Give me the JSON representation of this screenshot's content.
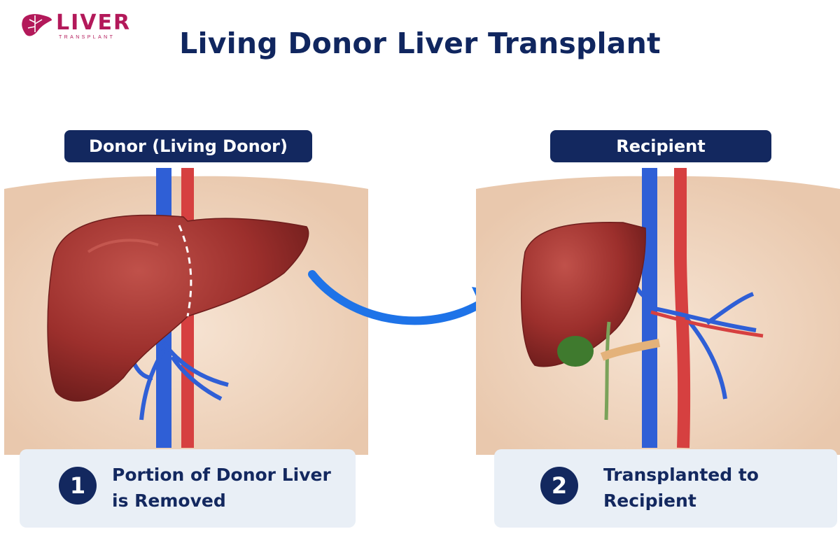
{
  "logo": {
    "word": "LIVER",
    "sub": "TRANSPLANT"
  },
  "title": "Living Donor Liver Transplant",
  "donor": {
    "label": "Donor (Living Donor)",
    "step_number": "1",
    "step_lines": [
      "Portion of Donor Liver",
      "is Removed"
    ]
  },
  "recipient": {
    "label": "Recipient",
    "step_number": "2",
    "step_lines": [
      "Transplanted to",
      "Recipient"
    ]
  },
  "colors": {
    "navy": "#13285f",
    "brand": "#b3195a",
    "liver": "#9c2f2c",
    "vein": "#2f5fd6",
    "artery": "#d64040",
    "arrow": "#1e73e8",
    "skin": "#f2dcc7",
    "caption_bg": "#e9eff6"
  }
}
